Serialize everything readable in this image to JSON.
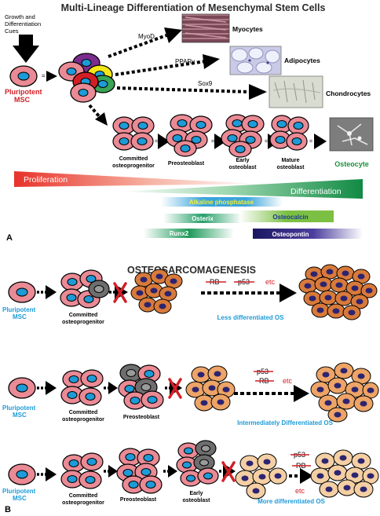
{
  "panel_a": {
    "title": "Multi-Lineage Differentiation of Mesenchymal Stem Cells",
    "cues_line1": "Growth and",
    "cues_line2": "Differentiation",
    "cues_line3": "Cues",
    "msc_line1": "Pluripotent",
    "msc_line2": "MSC",
    "myod": "MyoD",
    "ppar": "PPARγ",
    "sox9": "Sox9",
    "myocytes": "Myocytes",
    "adipocytes": "Adipocytes",
    "chondrocytes": "Chondrocytes",
    "stages": {
      "committed_1": "Committed",
      "committed_2": "osteoprogenitor",
      "preosteoblast": "Preosteoblast",
      "early_1": "Early",
      "early_2": "osteoblast",
      "mature_1": "Mature",
      "mature_2": "osteoblast",
      "osteocyte": "Osteocyte"
    },
    "proliferation": "Proliferation",
    "differentiation": "Differentiation",
    "markers": {
      "alkaline": "Alkaline phosphatase",
      "osterix": "Osterix",
      "osteocalcin": "Osteocalcin",
      "runx2": "Runx2",
      "osteopontin": "Osteopontin"
    },
    "label": "A",
    "colors": {
      "title": "#2b2b2b",
      "msc_red": "#d21f26",
      "osteocyte_green": "#1a8f3a",
      "cell_pink": "#e98a95",
      "nucleus_blue": "#1d9bd7"
    }
  },
  "panel_b": {
    "title": "OSTEOSARCOMAGENESIS",
    "row1": {
      "msc_1": "Pluripotent",
      "msc_2": "MSC",
      "committed_1": "Committed",
      "committed_2": "osteoprogenitor",
      "rb": "RB",
      "p53": "p53",
      "etc": "etc",
      "os_label": "Less differentiated OS"
    },
    "row2": {
      "msc_1": "Pluripotent",
      "msc_2": "MSC",
      "committed_1": "Committed",
      "committed_2": "osteoprogenitor",
      "preosteoblast": "Preosteoblast",
      "p53": "p53",
      "rb": "RB",
      "etc": "etc",
      "os_label": "Intermediately Differentiated OS"
    },
    "row3": {
      "msc_1": "Pluripotent",
      "msc_2": "MSC",
      "committed_1": "Committed",
      "committed_2": "osteoprogenitor",
      "preosteoblast": "Preosteoblast",
      "early_1": "Early",
      "early_2": "osteoblast",
      "p53": "p53",
      "rb": "RB",
      "etc": "etc",
      "os_label": "More differentiated OS"
    },
    "label": "B",
    "colors": {
      "msc_blue": "#1d9bd7",
      "strike_red": "#d21f26",
      "tumor_dark": "#d97a3a",
      "tumor_mid": "#eda466",
      "tumor_light": "#f4cfa3",
      "tumor_nucleus": "#2d2470"
    }
  }
}
